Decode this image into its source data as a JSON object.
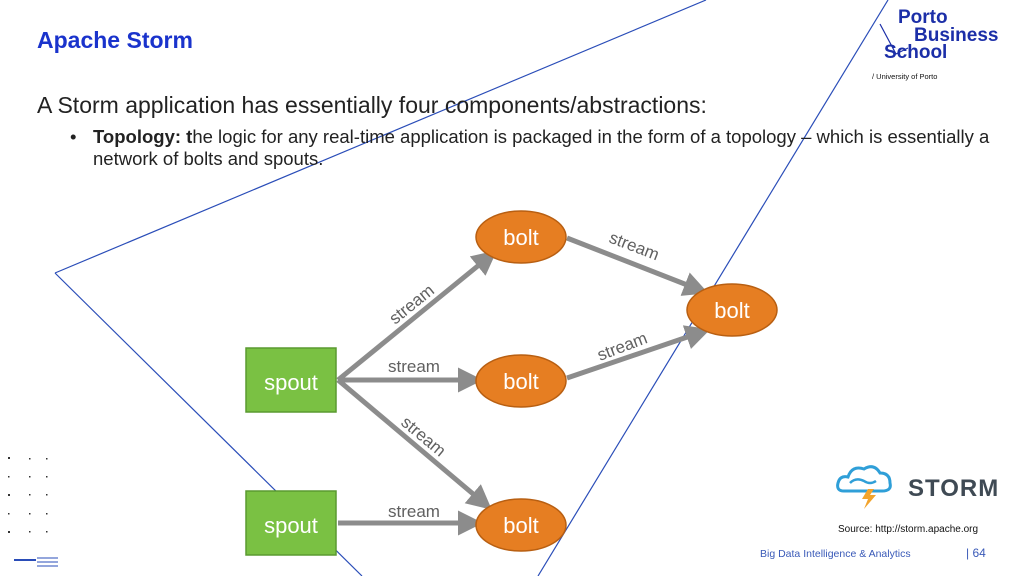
{
  "title": "Apache Storm",
  "intro": "A Storm application has essentially four components/abstractions:",
  "bullet": {
    "marker": "•",
    "term": "Topology: t",
    "text": "he logic for any real-time application is packaged in the form of a topology – which is essentially a network of bolts and spouts."
  },
  "logo": {
    "line1": "Porto",
    "line2": "Business",
    "line3": "School",
    "sub": "/ University of Porto"
  },
  "diagram": {
    "nodes": [
      {
        "id": "spout1",
        "type": "spout",
        "label": "spout"
      },
      {
        "id": "spout2",
        "type": "spout",
        "label": "spout"
      },
      {
        "id": "bolt_top",
        "type": "bolt",
        "label": "bolt"
      },
      {
        "id": "bolt_mid",
        "type": "bolt",
        "label": "bolt"
      },
      {
        "id": "bolt_bot",
        "type": "bolt",
        "label": "bolt"
      },
      {
        "id": "bolt_right",
        "type": "bolt",
        "label": "bolt"
      }
    ],
    "edges": [
      {
        "from": "spout1",
        "to": "bolt_top",
        "label": "stream"
      },
      {
        "from": "spout1",
        "to": "bolt_mid",
        "label": "stream"
      },
      {
        "from": "spout1",
        "to": "bolt_bot",
        "label": "stream"
      },
      {
        "from": "spout2",
        "to": "bolt_bot",
        "label": "stream"
      },
      {
        "from": "bolt_top",
        "to": "bolt_right",
        "label": "stream"
      },
      {
        "from": "bolt_mid",
        "to": "bolt_right",
        "label": "stream"
      }
    ],
    "colors": {
      "spout": "#7ac143",
      "bolt": "#e67e22",
      "arrow": "#8c8c8c",
      "accent_line": "#2a4db8"
    }
  },
  "storm_logo": {
    "text": "STORM",
    "icon": "cloud-lightning-icon"
  },
  "source": "Source: http://storm.apache.org",
  "footer": {
    "text": "Big Data Intelligence & Analytics",
    "separator": "|",
    "page": "64"
  }
}
